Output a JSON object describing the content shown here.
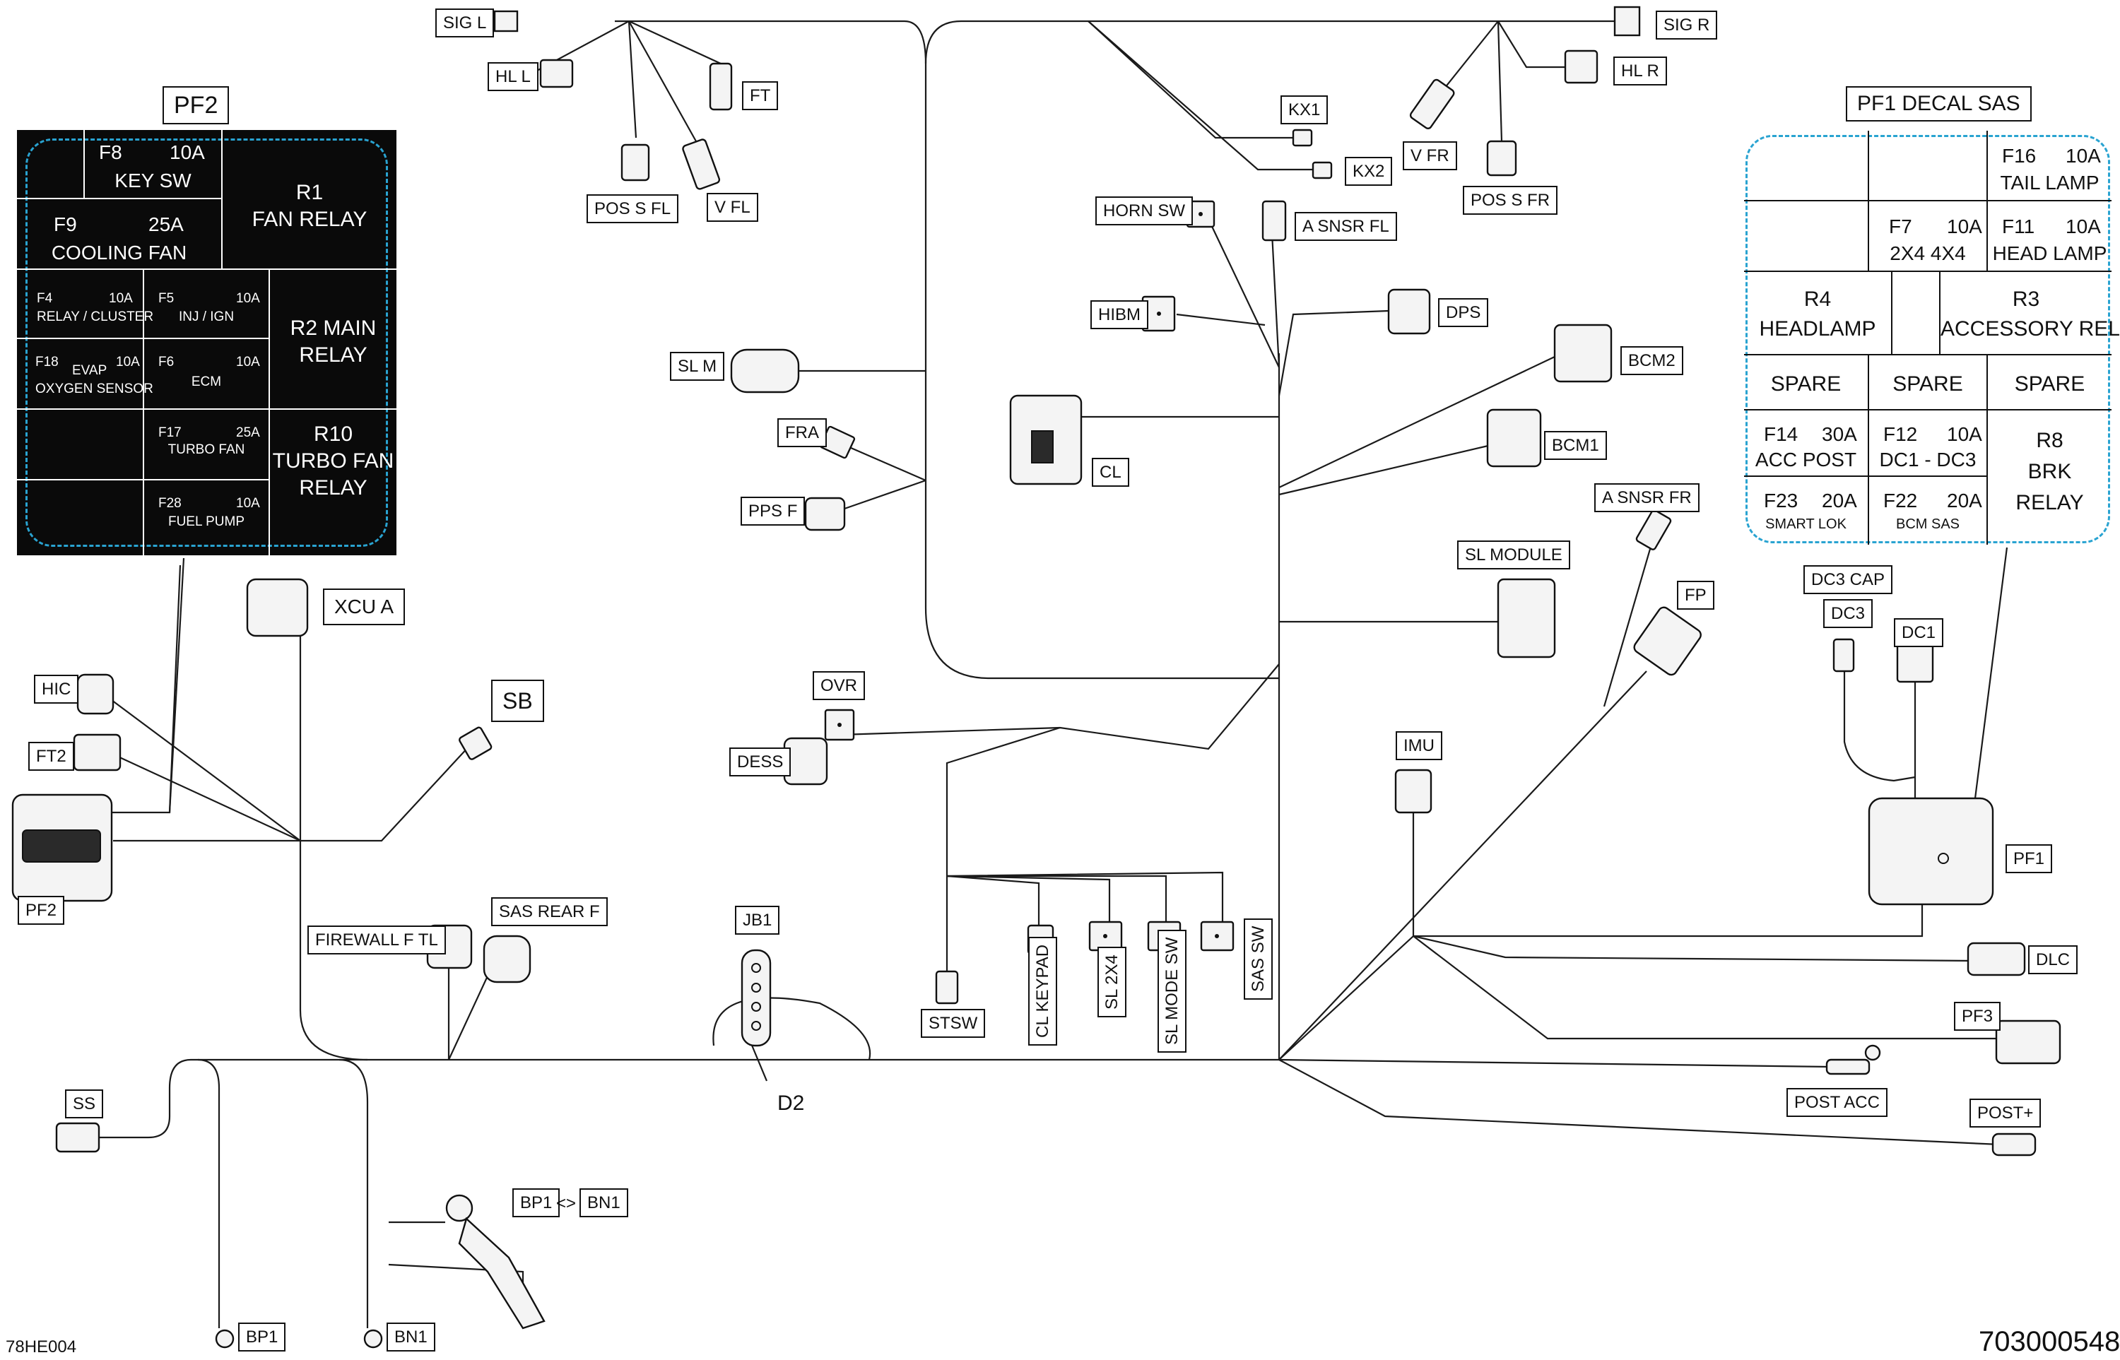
{
  "diagram": {
    "fig_code_left": "78HE004",
    "fig_code_right": "703000548",
    "accent_dash_color": "#29a3d1"
  },
  "labels": {
    "sig_l": "SIG L",
    "hl_l": "HL L",
    "ft": "FT",
    "pos_s_fl": "POS S FL",
    "v_fl": "V FL",
    "sig_r": "SIG R",
    "hl_r": "HL R",
    "v_fr": "V FR",
    "pos_s_fr": "POS S FR",
    "kx1": "KX1",
    "kx2": "KX2",
    "horn_sw": "HORN SW",
    "a_snsr_fl": "A SNSR FL",
    "hibm": "HIBM",
    "dps": "DPS",
    "sl_m": "SL M",
    "fra": "FRA",
    "pps_f": "PPS F",
    "cl": "CL",
    "bcm2": "BCM2",
    "bcm1": "BCM1",
    "a_snsr_fr": "A SNSR FR",
    "sl_module": "SL MODULE",
    "fp": "FP",
    "xcu_a": "XCU A",
    "hic": "HIC",
    "ft2": "FT2",
    "sb": "SB",
    "pf2_conn": "PF2",
    "ovr": "OVR",
    "dess": "DESS",
    "imu": "IMU",
    "dc3_cap": "DC3 CAP",
    "dc3": "DC3",
    "dc1": "DC1",
    "pf1_conn": "PF1",
    "firewall_f_tl": "FIREWALL F TL",
    "sas_rear_f": "SAS REAR F",
    "jb1": "JB1",
    "stsw": "STSW",
    "cl_keypad": "CL KEYPAD",
    "sl_2x4": "SL 2X4",
    "sl_mode_sw": "SL MODE SW",
    "sas_sw": "SAS SW",
    "dlc": "DLC",
    "pf3": "PF3",
    "post_acc": "POST ACC",
    "post_plus": "POST+",
    "ss": "SS",
    "d2": "D2",
    "bp1_bn1_left": "BP1",
    "bp1_bn1_arrow": "<>",
    "bp1_bn1_right": "BN1",
    "bp1": "BP1",
    "bn1": "BN1"
  },
  "pf2_box": {
    "title": "PF2",
    "f8": {
      "name": "F8",
      "amp": "10A",
      "desc": "KEY SW"
    },
    "f9": {
      "name": "F9",
      "amp": "25A",
      "desc": "COOLING FAN"
    },
    "r1": {
      "name": "R1",
      "desc": "FAN RELAY"
    },
    "f4": {
      "name": "F4",
      "amp": "10A",
      "desc": "RELAY / CLUSTER"
    },
    "f5": {
      "name": "F5",
      "amp": "10A",
      "desc": "INJ / IGN"
    },
    "r2": {
      "line1": "R2 MAIN",
      "line2": "RELAY"
    },
    "f18": {
      "name": "F18",
      "amp": "10A",
      "desc1": "EVAP",
      "desc2": "OXYGEN SENSOR"
    },
    "f6": {
      "name": "F6",
      "amp": "10A",
      "desc": "ECM"
    },
    "f17": {
      "name": "F17",
      "amp": "25A",
      "desc": "TURBO FAN"
    },
    "r10": {
      "line1": "R10",
      "line2": "TURBO FAN",
      "line3": "RELAY"
    },
    "f28": {
      "name": "F28",
      "amp": "10A",
      "desc": "FUEL PUMP"
    }
  },
  "pf1_box": {
    "title": "PF1 DECAL SAS",
    "f16": {
      "name": "F16",
      "amp": "10A",
      "desc": "TAIL LAMP"
    },
    "f7": {
      "name": "F7",
      "amp": "10A",
      "desc": "2X4 4X4"
    },
    "f11": {
      "name": "F11",
      "amp": "10A",
      "desc": "HEAD LAMP"
    },
    "r4": {
      "name": "R4",
      "desc": "HEADLAMP"
    },
    "r3": {
      "name": "R3",
      "desc": "ACCESSORY RELAY"
    },
    "spare1": "SPARE",
    "spare2": "SPARE",
    "spare3": "SPARE",
    "f14": {
      "name": "F14",
      "amp": "30A",
      "desc": "ACC POST"
    },
    "f12": {
      "name": "F12",
      "amp": "10A",
      "desc": "DC1 - DC3"
    },
    "r8": {
      "line1": "R8",
      "line2": "BRK",
      "line3": "RELAY"
    },
    "f23": {
      "name": "F23",
      "amp": "20A",
      "desc": "SMART LOK"
    },
    "f22": {
      "name": "F22",
      "amp": "20A",
      "desc": "BCM SAS"
    }
  }
}
